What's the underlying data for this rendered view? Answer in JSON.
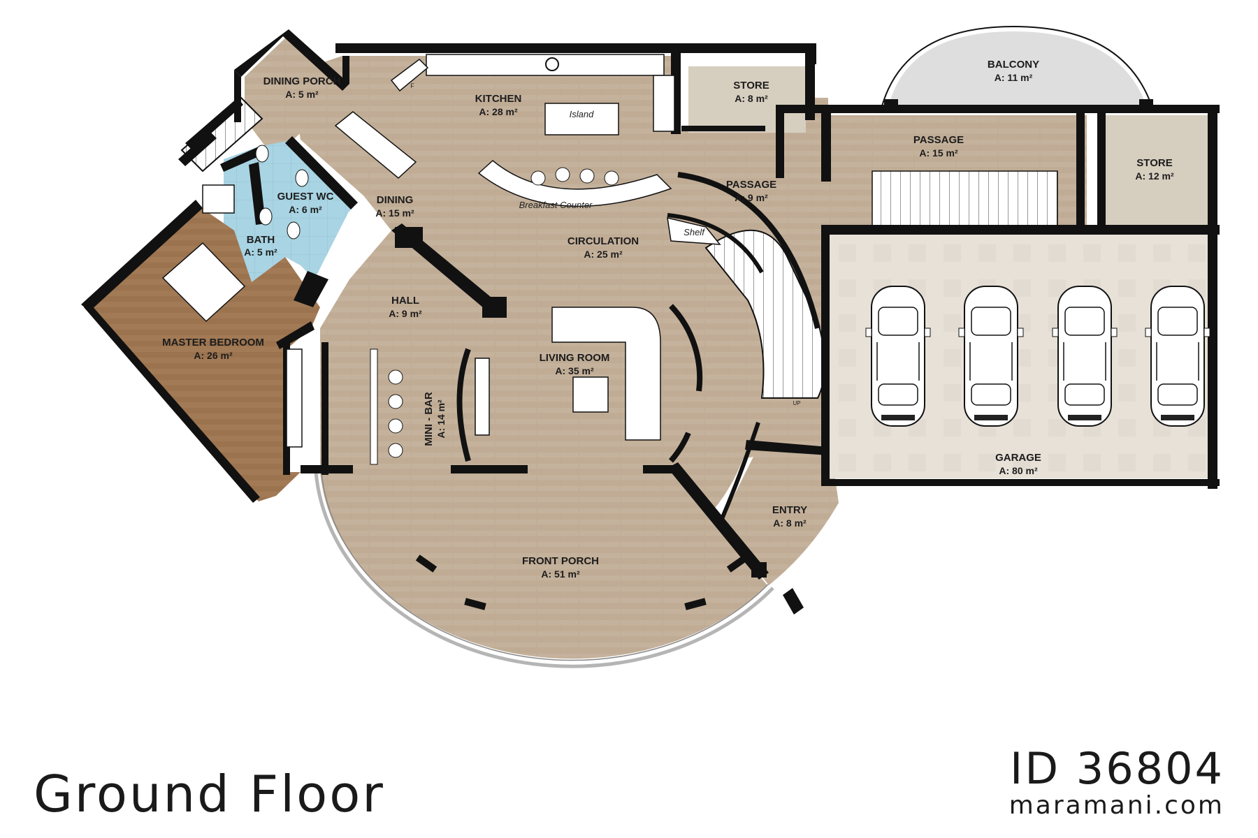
{
  "plan": {
    "title": "Ground Floor",
    "id": "ID 36804",
    "website": "maramani.com",
    "colors": {
      "floor": "#c4b09a",
      "tile": "#a9d4e3",
      "bedroom": "#a27a55",
      "balcony": "#dcdcdc",
      "wall": "#111111",
      "garage": "#e6e0d8"
    },
    "rooms": [
      {
        "key": "dining-porch",
        "name": "DINING PORCH",
        "area": "A: 5 m²"
      },
      {
        "key": "kitchen",
        "name": "KITCHEN",
        "area": "A: 28 m²"
      },
      {
        "key": "store-1",
        "name": "STORE",
        "area": "A: 8 m²"
      },
      {
        "key": "balcony",
        "name": "BALCONY",
        "area": "A: 11 m²"
      },
      {
        "key": "passage-1",
        "name": "PASSAGE",
        "area": "A: 15 m²"
      },
      {
        "key": "store-2",
        "name": "STORE",
        "area": "A: 12 m²"
      },
      {
        "key": "guest-wc",
        "name": "GUEST WC",
        "area": "A: 6 m²"
      },
      {
        "key": "dining",
        "name": "DINING",
        "area": "A: 15 m²"
      },
      {
        "key": "passage-2",
        "name": "PASSAGE",
        "area": "A: 9 m²"
      },
      {
        "key": "bath",
        "name": "BATH",
        "area": "A: 5 m²"
      },
      {
        "key": "circulation",
        "name": "CIRCULATION",
        "area": "A: 25 m²"
      },
      {
        "key": "hall",
        "name": "HALL",
        "area": "A: 9 m²"
      },
      {
        "key": "master-bedroom",
        "name": "MASTER BEDROOM",
        "area": "A: 26 m²"
      },
      {
        "key": "living-room",
        "name": "LIVING ROOM",
        "area": "A: 35 m²"
      },
      {
        "key": "mini-bar",
        "name": "MINI - BAR",
        "area": "A: 14 m²"
      },
      {
        "key": "garage",
        "name": "GARAGE",
        "area": "A: 80 m²"
      },
      {
        "key": "entry",
        "name": "ENTRY",
        "area": "A: 8 m²"
      },
      {
        "key": "front-porch",
        "name": "FRONT PORCH",
        "area": "A: 51 m²"
      }
    ],
    "furniture_labels": {
      "island": "Island",
      "breakfast_counter": "Breakfast Counter",
      "shelf": "Shelf",
      "fridge": "F",
      "stair_up": "UP"
    }
  }
}
